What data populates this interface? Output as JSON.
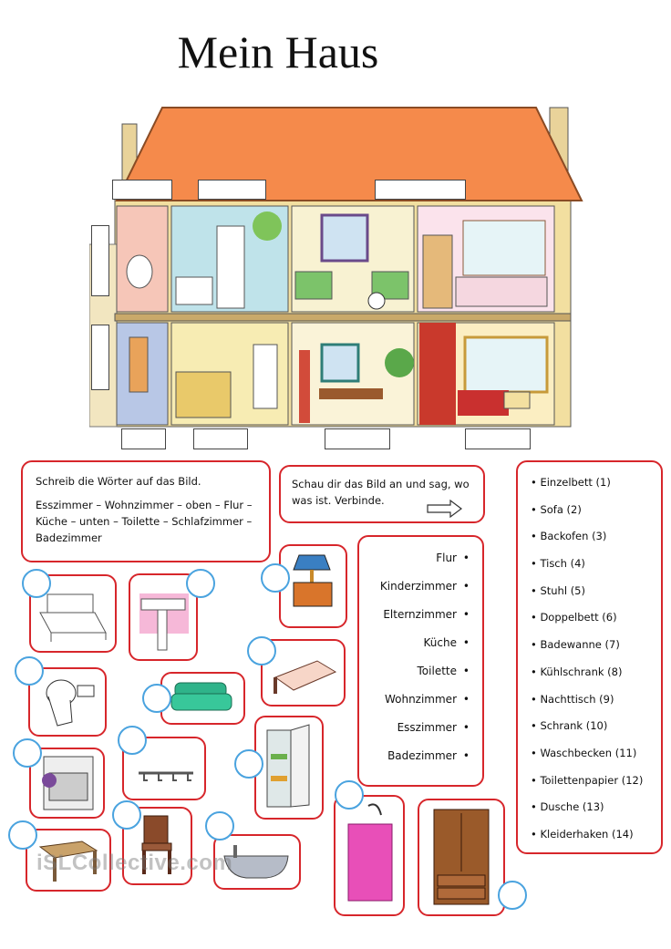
{
  "title": "Mein Haus",
  "task1": {
    "instruction": "Schreib die Wörter auf das Bild.",
    "words": "Esszimmer – Wohnzimmer – oben – Flur – Küche – unten – Toilette – Schlafzimmer – Badezimmer"
  },
  "task2": {
    "instruction": "Schau dir das Bild an und sag, wo was ist. Verbinde."
  },
  "rooms": [
    "Flur",
    "Kinderzimmer",
    "Elternzimmer",
    "Küche",
    "Toilette",
    "Wohnzimmer",
    "Esszimmer",
    "Badezimmer"
  ],
  "items": [
    "Einzelbett (1)",
    "Sofa (2)",
    "Backofen (3)",
    "Tisch (4)",
    "Stuhl (5)",
    "Doppelbett (6)",
    "Badewanne (7)",
    "Kühlschrank (8)",
    "Nachttisch (9)",
    "Schrank (10)",
    "Waschbecken (11)",
    "Toilettenpapier (12)",
    "Dusche (13)",
    "Kleiderhaken (14)"
  ],
  "watermark": "iSLCollective.com",
  "colors": {
    "frame_red": "#d7262b",
    "circle_blue": "#4aa3df",
    "roof": "#f58a4b"
  }
}
